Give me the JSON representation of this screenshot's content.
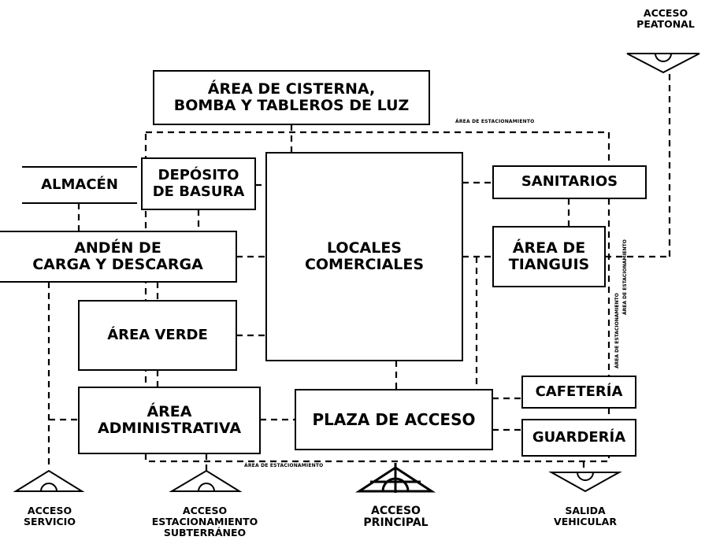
{
  "boxes": {
    "cisterna": {
      "line1": "ÁREA DE CISTERNA,",
      "line2": "BOMBA Y TABLEROS DE LUZ"
    },
    "almacen": {
      "line1": "ALMACÉN"
    },
    "basura": {
      "line1": "DEPÓSITO",
      "line2": "DE BASURA"
    },
    "locales": {
      "line1": "LOCALES",
      "line2": "COMERCIALES"
    },
    "sanitarios": {
      "line1": "SANITARIOS"
    },
    "anden": {
      "line1": "ANDÉN DE",
      "line2": "CARGA Y DESCARGA"
    },
    "tianguis": {
      "line1": "ÁREA DE",
      "line2": "TIANGUIS"
    },
    "verde": {
      "line1": "ÁREA VERDE"
    },
    "administrativa": {
      "line1": "ÁREA",
      "line2": "ADMINISTRATIVA"
    },
    "plaza": {
      "line1": "PLAZA DE ACCESO"
    },
    "cafeteria": {
      "line1": "CAFETERÍA"
    },
    "guarderia": {
      "line1": "GUARDERÍA"
    }
  },
  "parking_labels": {
    "top": "ÁREA DE ESTACIONAMIENTO",
    "bottom": "ÁREA DE ESTACIONAMIENTO",
    "right": "ÁREA DE ESTACIONAMIENTO",
    "right2": "ÁREA DE ESTACIONAMIENTO"
  },
  "accesses": {
    "peatonal": {
      "line1": "ACCESO",
      "line2": "PEATONAL"
    },
    "servicio": {
      "line1": "ACCESO",
      "line2": "SERVICIO"
    },
    "estacionamiento": {
      "line1": "ACCESO",
      "line2": "ESTACIONAMIENTO",
      "line3": "SUBTERRÁNEO"
    },
    "principal": {
      "line1": "ACCESO",
      "line2": "PRINCIPAL"
    },
    "vehicular": {
      "line1": "SALIDA",
      "line2": "VEHICULAR"
    }
  }
}
